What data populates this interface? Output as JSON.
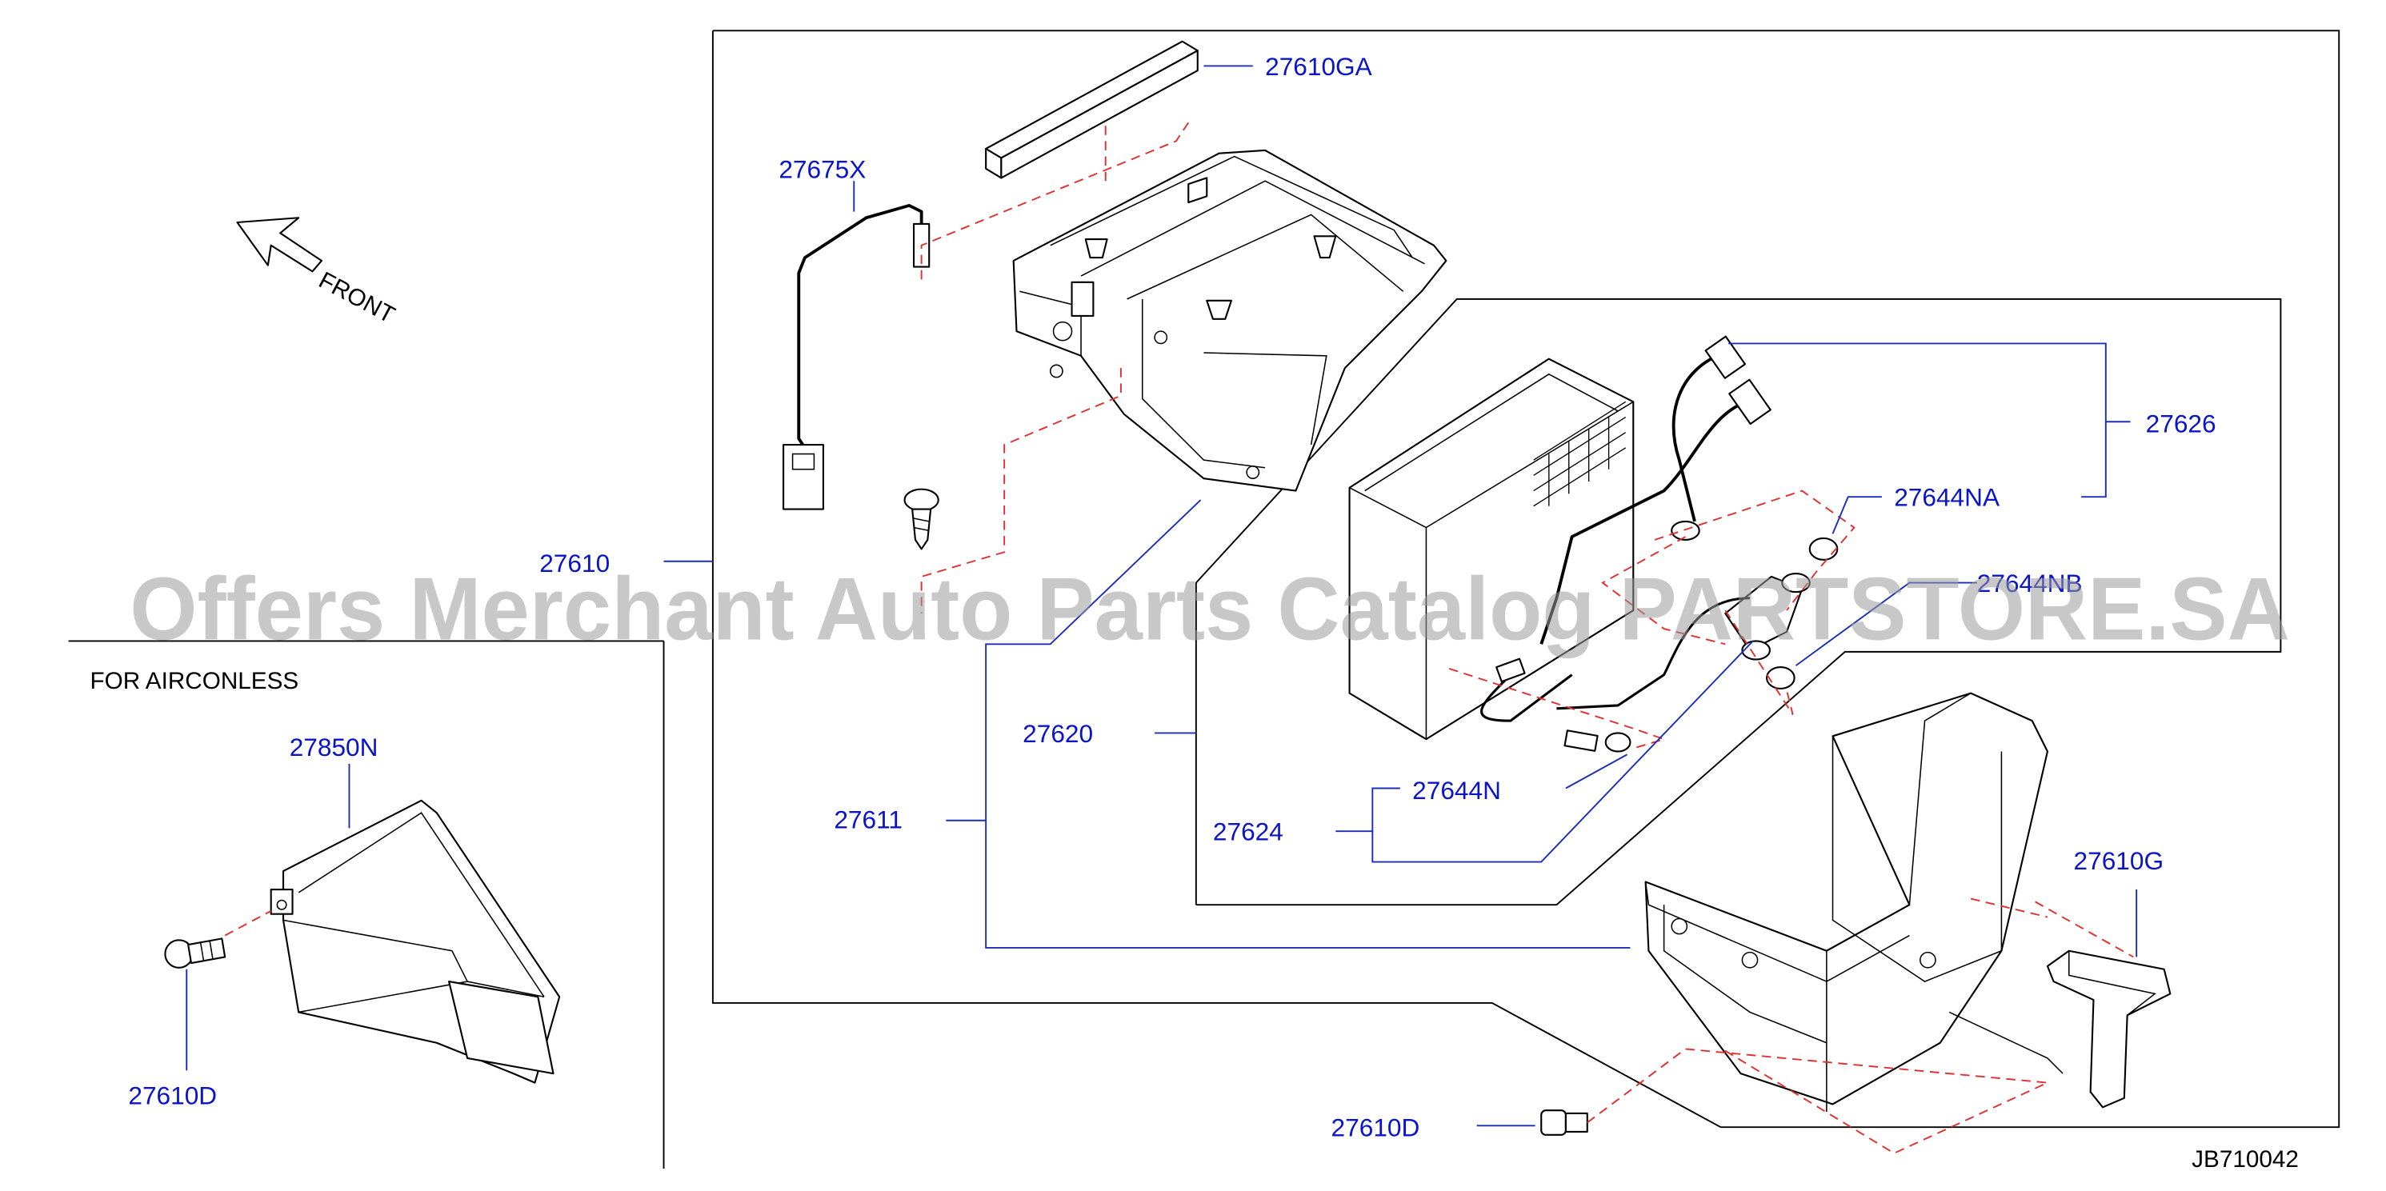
{
  "front_label": "FRONT",
  "airconless_label": "FOR  AIRCONLESS",
  "diagram_code": "JB710042",
  "watermark": "Offers Merchant Auto Parts Catalog PARTSTORE.SA",
  "part_numbers": {
    "p27610GA": "27610GA",
    "p27675X": "27675X",
    "p27610": "27610",
    "p27620": "27620",
    "p27611": "27611",
    "p27626": "27626",
    "p27644NA": "27644NA",
    "p27644NB": "27644NB",
    "p27644N": "27644N",
    "p27624": "27624",
    "p27610G": "27610G",
    "p27610D_main": "27610D",
    "p27850N": "27850N",
    "p27610D_airconless": "27610D"
  },
  "colors": {
    "part_number_text": "#0a14c8",
    "leader_lines": "#1a2fb8",
    "assembly_dashes": "#e03030",
    "outline": "#000000"
  }
}
